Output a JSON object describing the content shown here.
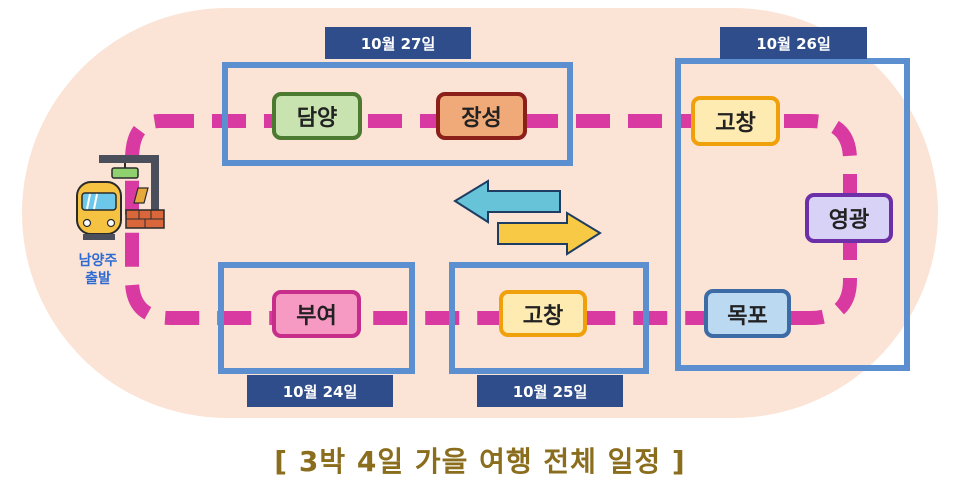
{
  "dates": {
    "oct27": "10월 27일",
    "oct26": "10월 26일",
    "oct24": "10월 24일",
    "oct25": "10월 25일"
  },
  "nodes": {
    "damyang": "담양",
    "jangseong": "장성",
    "gochang_top": "고창",
    "yeonggwang": "영광",
    "mokpo": "목포",
    "gochang_bottom": "고창",
    "buyeo": "부여"
  },
  "start": {
    "line1": "남양주",
    "line2": "출발"
  },
  "footer": {
    "title": "[ 3박 4일 가을 여행 전체 일정 ]"
  },
  "colors": {
    "route": "#d93aa1",
    "group_border": "#5b8fd0",
    "date_badge": "#2e4d8a",
    "background_blob": "#fbe3d6",
    "arrow_left": "#67c4d8",
    "arrow_right": "#f7c945",
    "title": "#8a6d1d"
  },
  "icons": {
    "start": "train-station-icon",
    "direction": "bidirectional-arrows-icon"
  }
}
